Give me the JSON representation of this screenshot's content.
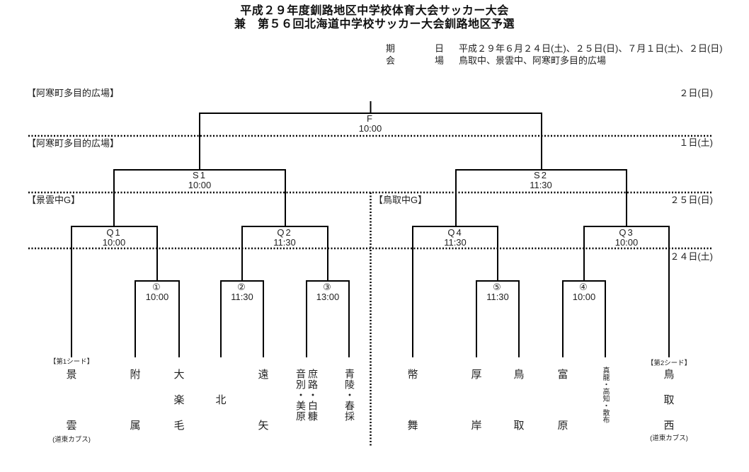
{
  "title": {
    "line1": "平成２９年度釧路地区中学校体育大会サッカー大会",
    "line2": "兼　第５６回北海道中学校サッカー大会釧路地区予選"
  },
  "info": {
    "date_label_1": "期",
    "date_label_2": "日",
    "date_value": "平成２９年６月２４日(土)、２５日(日)、７月１日(土)、２日(日)",
    "venue_label_1": "会",
    "venue_label_2": "場",
    "venue_value": "鳥取中、景雲中、阿寒町多目的広場"
  },
  "venue_headers": {
    "final_venue": "【阿寒町多目的広場】",
    "semi_venue": "【阿寒町多目的広場】",
    "left_group": "【景雲中G】",
    "right_group": "【鳥取中G】"
  },
  "date_headers": {
    "final_day": "２日(日)",
    "semi_day": "１日(土)",
    "quarter_day": "２５日(日)",
    "round1_day": "２４日(土)"
  },
  "matches": {
    "final": {
      "label": "F",
      "time": "10:00"
    },
    "s1": {
      "label": "S1",
      "time": "10:00"
    },
    "s2": {
      "label": "S2",
      "time": "11:30"
    },
    "q1": {
      "label": "Q1",
      "time": "10:00"
    },
    "q2": {
      "label": "Q2",
      "time": "11:30"
    },
    "q4": {
      "label": "Q4",
      "time": "11:30"
    },
    "q3": {
      "label": "Q3",
      "time": "10:00"
    },
    "r1": {
      "label": "①",
      "time": "10:00"
    },
    "r2": {
      "label": "②",
      "time": "11:30"
    },
    "r3": {
      "label": "③",
      "time": "13:00"
    },
    "r5": {
      "label": "⑤",
      "time": "11:30"
    },
    "r4": {
      "label": "④",
      "time": "10:00"
    }
  },
  "teams": [
    {
      "name": "景雲",
      "seed_note": "【第1シード】",
      "club_note": "(道東カブス)"
    },
    {
      "name": "附属"
    },
    {
      "name": "大楽毛"
    },
    {
      "name": "北"
    },
    {
      "name": "遠矢"
    },
    {
      "name": "庶路・白糠",
      "name2": "音別・美原"
    },
    {
      "name": "青陵・春採"
    },
    {
      "name": "幣舞"
    },
    {
      "name": "厚岸"
    },
    {
      "name": "鳥取"
    },
    {
      "name": "富原"
    },
    {
      "name": "真龍・高知・散布"
    },
    {
      "name": "鳥取西",
      "seed_note": "【第2シード】",
      "club_note": "(道東カブス)"
    }
  ],
  "colors": {
    "line": "#000000",
    "text": "#1a1a1a",
    "background": "#ffffff"
  }
}
